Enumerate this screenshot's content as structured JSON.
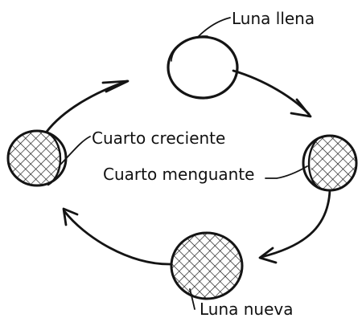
{
  "labels": {
    "full_moon": "Luna llena",
    "first_quarter": "Cuarto creciente",
    "last_quarter": "Cuarto menguante",
    "new_moon": "Luna nueva"
  },
  "colors": {
    "ink": "#141414",
    "background": "#ffffff"
  }
}
